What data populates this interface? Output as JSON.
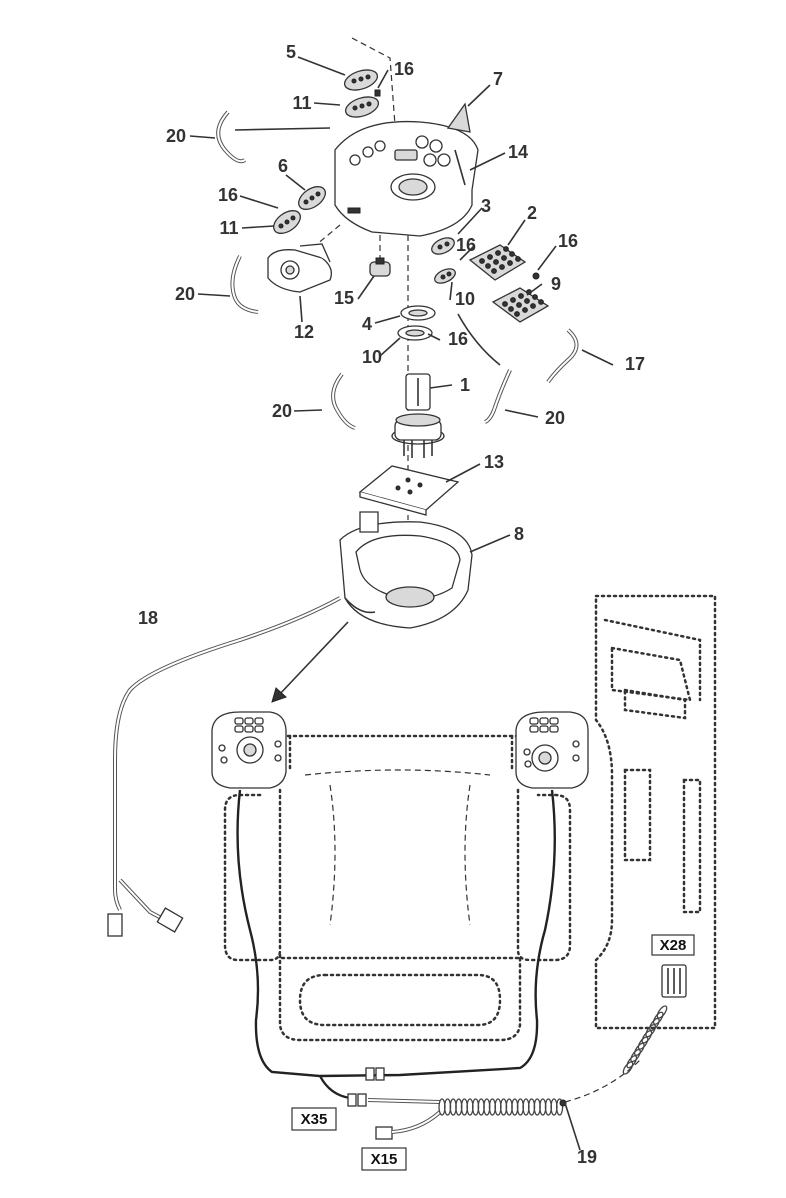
{
  "callouts": [
    {
      "id": "1",
      "text": "1"
    },
    {
      "id": "2",
      "text": "2"
    },
    {
      "id": "3",
      "text": "3"
    },
    {
      "id": "4",
      "text": "4"
    },
    {
      "id": "5",
      "text": "5"
    },
    {
      "id": "6",
      "text": "6"
    },
    {
      "id": "7",
      "text": "7"
    },
    {
      "id": "8",
      "text": "8"
    },
    {
      "id": "9",
      "text": "9"
    },
    {
      "id": "10a",
      "text": "10"
    },
    {
      "id": "10b",
      "text": "10"
    },
    {
      "id": "11a",
      "text": "11"
    },
    {
      "id": "11b",
      "text": "11"
    },
    {
      "id": "12",
      "text": "12"
    },
    {
      "id": "13",
      "text": "13"
    },
    {
      "id": "14",
      "text": "14"
    },
    {
      "id": "15",
      "text": "15"
    },
    {
      "id": "16a",
      "text": "16"
    },
    {
      "id": "16b",
      "text": "16"
    },
    {
      "id": "16c",
      "text": "16"
    },
    {
      "id": "16d",
      "text": "16"
    },
    {
      "id": "16e",
      "text": "16"
    },
    {
      "id": "17",
      "text": "17"
    },
    {
      "id": "18",
      "text": "18"
    },
    {
      "id": "19",
      "text": "19"
    },
    {
      "id": "20a",
      "text": "20"
    },
    {
      "id": "20b",
      "text": "20"
    },
    {
      "id": "20c",
      "text": "20"
    },
    {
      "id": "20d",
      "text": "20"
    }
  ],
  "connectors": {
    "x28": "X28",
    "x35": "X35",
    "x15": "X15"
  }
}
